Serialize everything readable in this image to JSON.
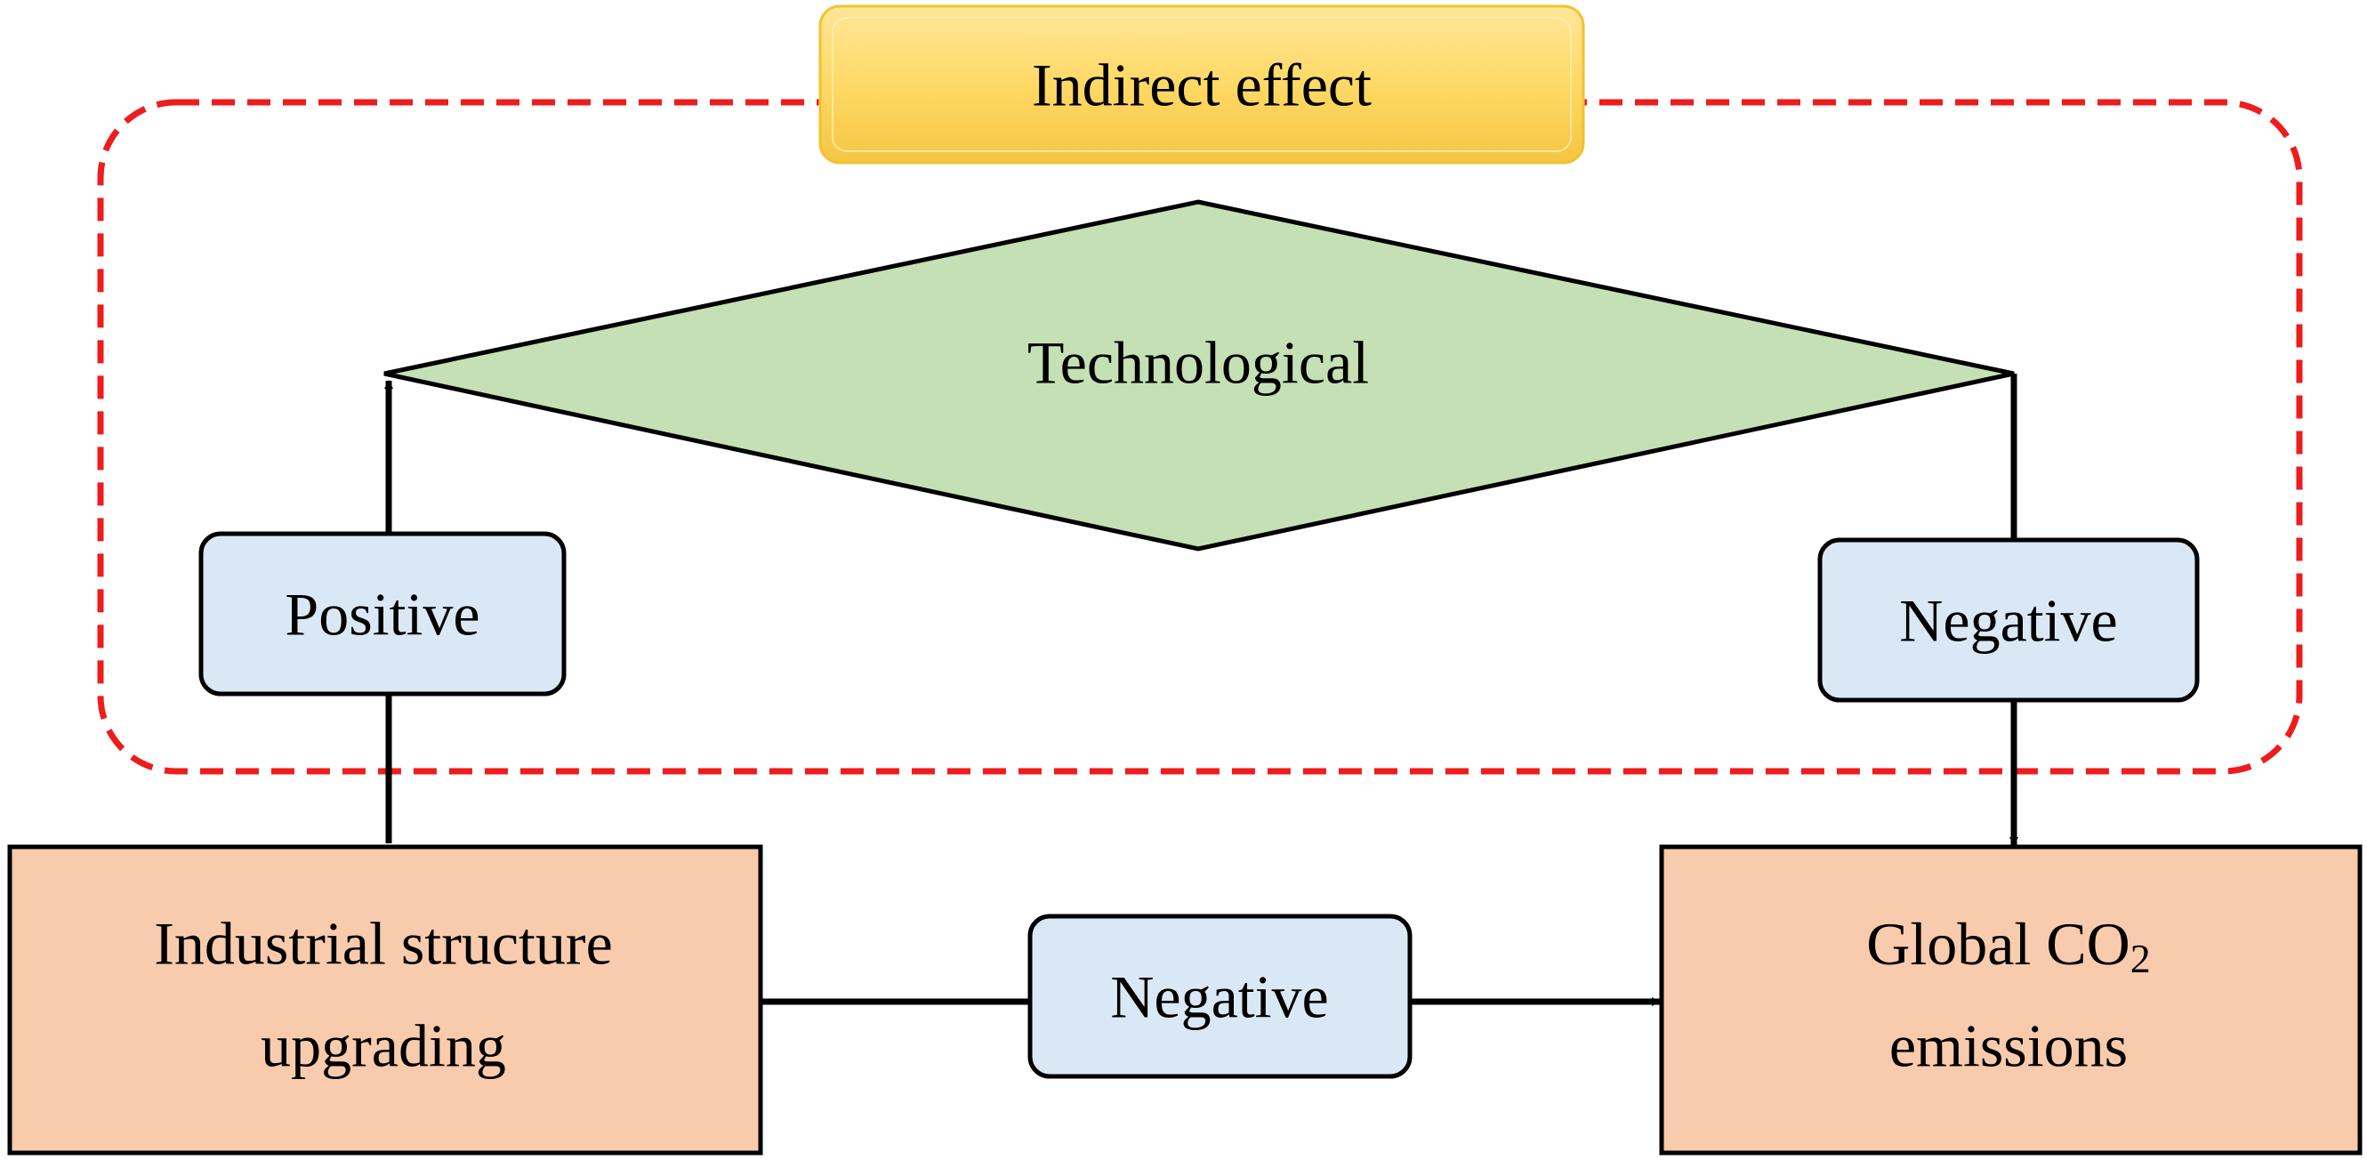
{
  "indirect_effect": {
    "label": "Indirect effect"
  },
  "technological": {
    "label": "Technological"
  },
  "positive_effect": {
    "label": "Positive"
  },
  "tech_negative_effect": {
    "label": "Negative"
  },
  "direct_negative_effect": {
    "label": "Negative"
  },
  "industrial_structure": {
    "line1": "Industrial structure",
    "line2": "upgrading"
  },
  "global_co2": {
    "line1_prefix": "Global CO",
    "subscript": "2",
    "line2": "emissions"
  },
  "colors": {
    "indirect_box": "#ffd966",
    "diamond": "#c5e0b4",
    "effect_box": "#dae8f5",
    "main_box": "#f8cbad",
    "dashed_border": "#ee1c1c",
    "stroke": "#000000"
  }
}
